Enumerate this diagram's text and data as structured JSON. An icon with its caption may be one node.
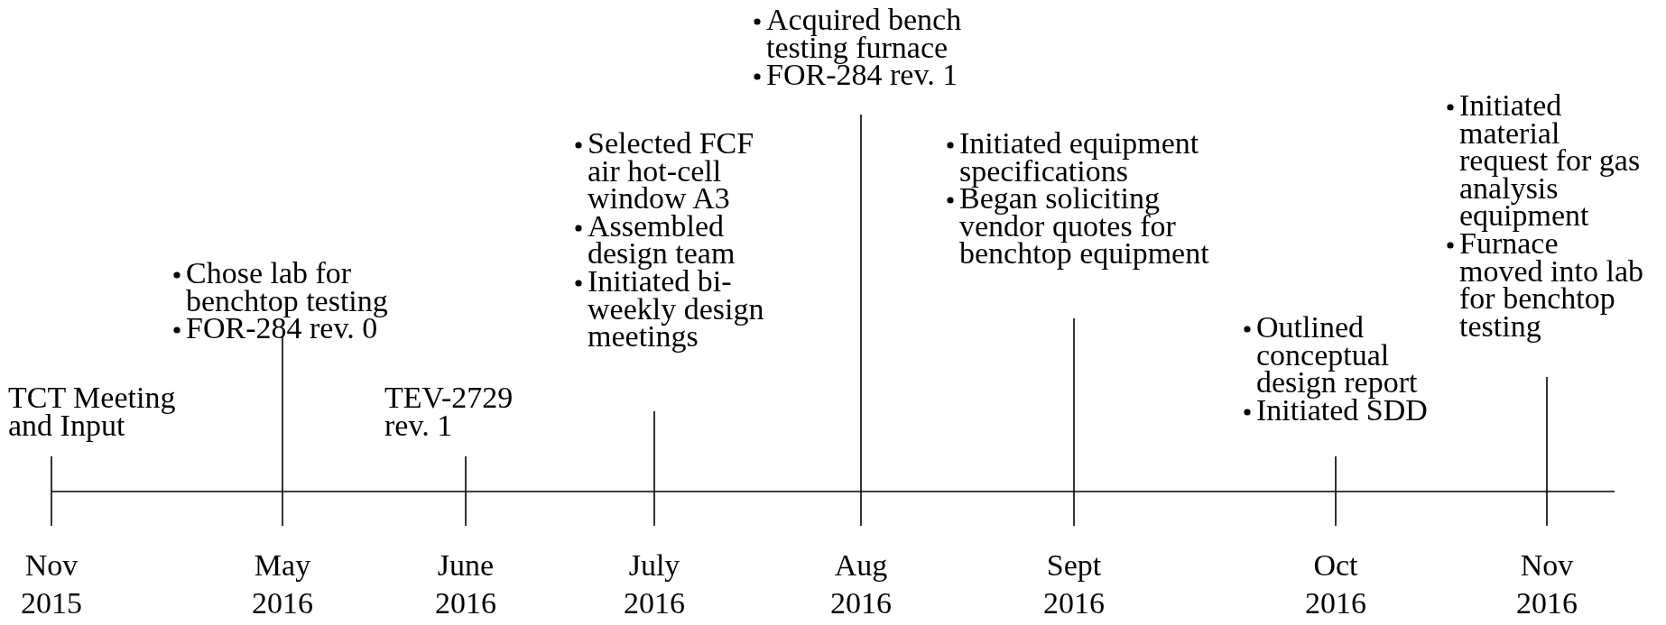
{
  "diagram": {
    "nodes": [
      {
        "text": [
          "TCT Meeting and Input"
        ]
      },
      {
        "text": [
          "Chose lab for benchtop testing",
          "FOR-284 rev. 0"
        ]
      },
      {
        "text": [
          "TEV-2729 rev. 1"
        ]
      },
      {
        "text": [
          "Selected FCF air hot-cell window A3",
          "Assembled design team",
          "Initiated bi-weekly design meetings"
        ]
      },
      {
        "text": [
          "Acquired bench testing furnace",
          "FOR-284 rev. 1"
        ]
      },
      {
        "text": [
          "Initiated equipment specifications",
          "Began soliciting vendor quotes for benchtop equipment"
        ]
      },
      {
        "text": [
          "Outlined conceptual design report",
          "Initiated SDD"
        ]
      },
      {
        "text": [
          "Initiated material request for gas analysis equipment",
          "Furnace moved into lab for benchtop testing"
        ]
      }
    ],
    "labels": [
      "Nov 2015",
      "May 2016",
      "June 2016",
      "July 2016",
      "Aug 2016",
      "Sept 2016",
      "Oct 2016",
      "Nov 2016"
    ]
  }
}
